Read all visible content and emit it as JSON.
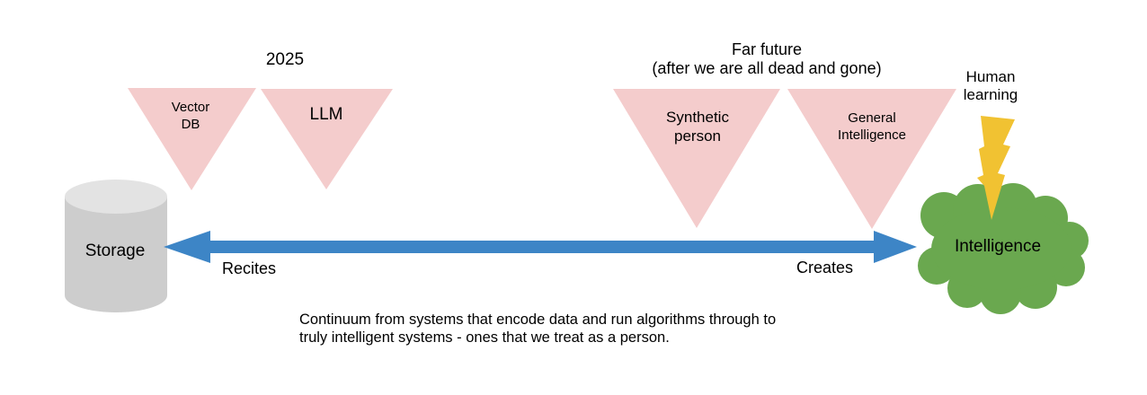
{
  "diagram": {
    "era_labels": {
      "present": "2025",
      "future": "Far future\n(after we are all dead and gone)"
    },
    "storage": {
      "label": "Storage"
    },
    "triangles": [
      {
        "label": "Vector\nDB"
      },
      {
        "label": "LLM"
      },
      {
        "label": "Synthetic\nperson"
      },
      {
        "label": "General\nIntelligence"
      }
    ],
    "arrow": {
      "left_label": "Recites",
      "right_label": "Creates"
    },
    "human_learning": {
      "label": "Human\nlearning"
    },
    "intelligence": {
      "label": "Intelligence"
    },
    "caption": "Continuum from systems that encode data and run algorithms through to\ntruly intelligent systems - ones that we treat as a person.",
    "colors": {
      "triangle_pink": "#f4cccc",
      "arrow_blue": "#3d85c6",
      "cloud_green": "#6aa84f",
      "bolt_yellow": "#f1c232",
      "cylinder_body_gray": "#cdcdcd",
      "cylinder_top_gray": "#e3e3e3",
      "text": "#000000",
      "background": "#ffffff"
    }
  }
}
